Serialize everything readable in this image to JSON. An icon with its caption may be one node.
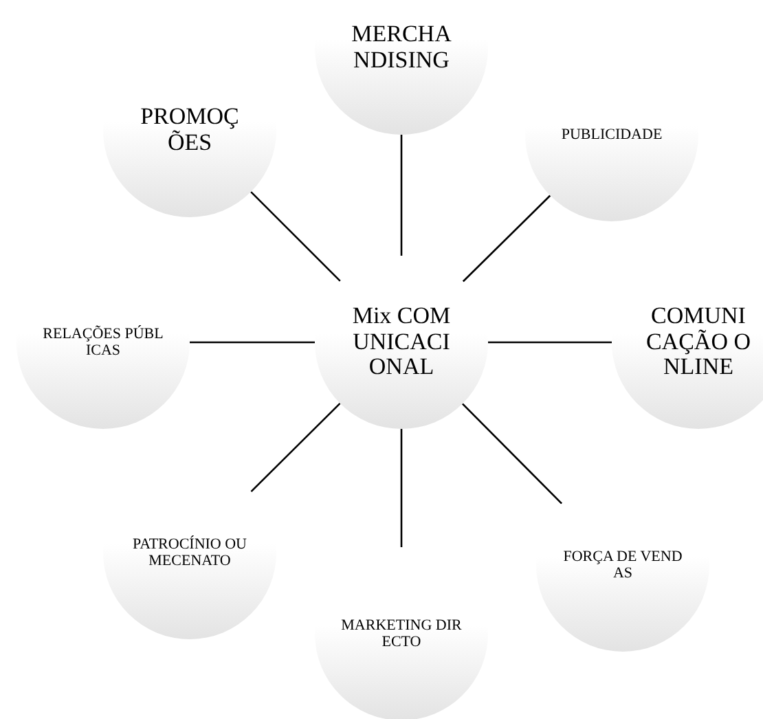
{
  "diagram": {
    "nodes": [
      {
        "text": [
          "MERCHANDISING"
        ]
      },
      {
        "text": [
          "PROMOÇÕES"
        ]
      },
      {
        "text": [
          "PUBLICIDADE"
        ]
      },
      {
        "text": [
          "RELAÇÕES PÚBLICAS"
        ]
      },
      {
        "text": [
          "Mix COMUNICACIONAL"
        ]
      },
      {
        "text": [
          "COMUNICAÇÃO ONLINE"
        ]
      },
      {
        "text": [
          "PATROCÍNIO OU MECENATO"
        ]
      },
      {
        "text": [
          "FORÇA DE VENDAS"
        ]
      },
      {
        "text": [
          "MARKETING DIRECTO"
        ]
      }
    ],
    "edges": [
      {
        "from": 4,
        "to": 0,
        "arrow": "none"
      },
      {
        "from": 4,
        "to": 1,
        "arrow": "none"
      },
      {
        "from": 4,
        "to": 2,
        "arrow": "none"
      },
      {
        "from": 4,
        "to": 3,
        "arrow": "none"
      },
      {
        "from": 4,
        "to": 5,
        "arrow": "none"
      },
      {
        "from": 4,
        "to": 6,
        "arrow": "none"
      },
      {
        "from": 4,
        "to": 7,
        "arrow": "none"
      },
      {
        "from": 4,
        "to": 8,
        "arrow": "none"
      }
    ]
  }
}
